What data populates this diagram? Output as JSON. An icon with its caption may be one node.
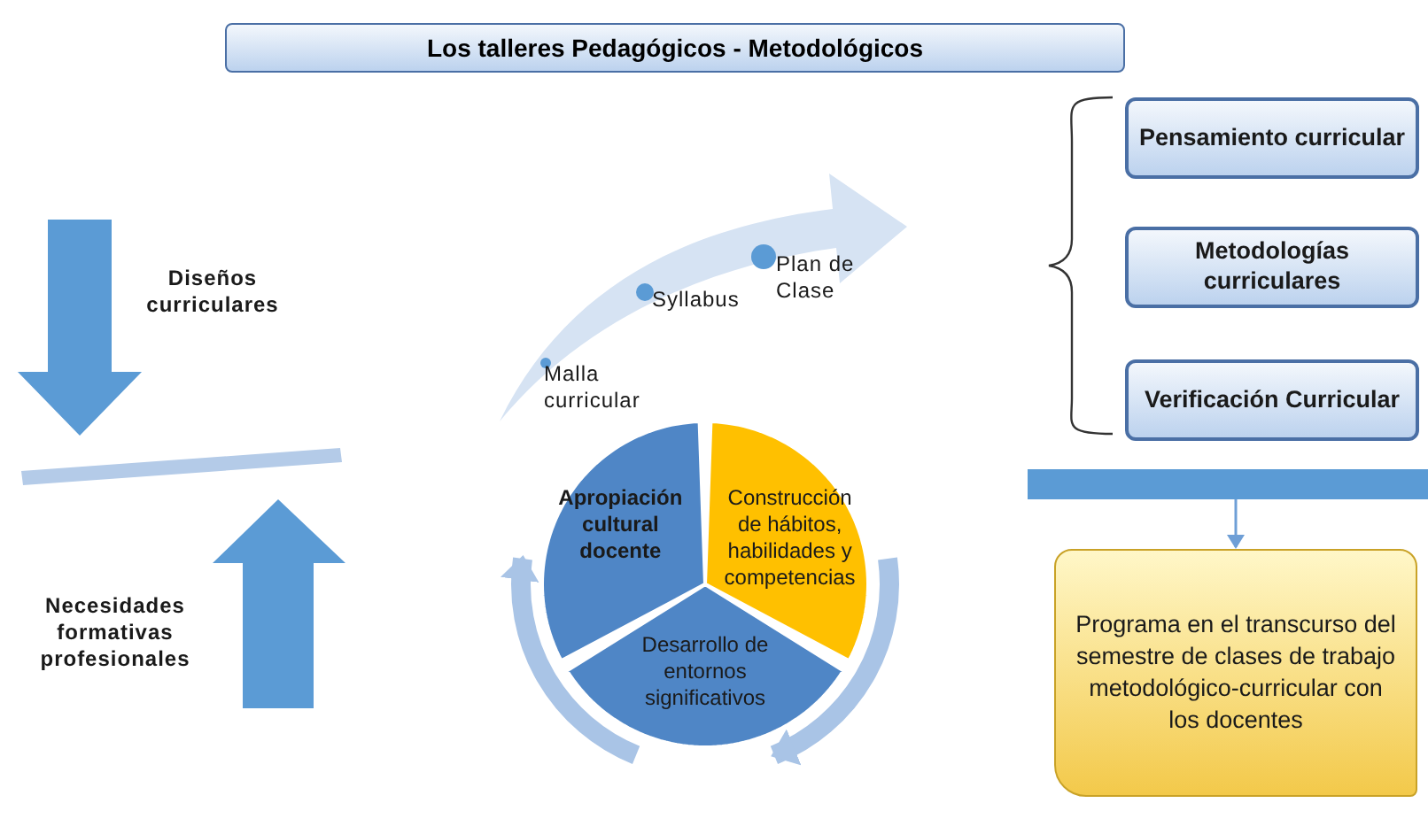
{
  "diagram": {
    "title": "Los talleres Pedagógicos - Metodológicos",
    "nodes": [
      {
        "text": [
          "Pensamiento curricular"
        ]
      },
      {
        "text": [
          "Metodologías curriculares"
        ]
      },
      {
        "text": [
          "Verificación Curricular"
        ]
      },
      {
        "text": [
          "Apropiación cultural docente"
        ]
      },
      {
        "text": [
          "Construcción de hábitos, habilidades y competencias"
        ]
      },
      {
        "text": [
          "Desarrollo de entornos significativos"
        ]
      },
      {
        "text": [],
        "shape": "bar"
      },
      {
        "text": [
          "Programa en el transcurso del semestre de clases de trabajo metodológico-curricular con los docentes"
        ]
      }
    ],
    "edges": [
      {
        "from": 4,
        "to": 5,
        "arrow": "to"
      },
      {
        "from": 5,
        "to": 3,
        "arrow": "to"
      },
      {
        "from": 6,
        "to": 7,
        "arrow": "to"
      }
    ],
    "labels": [
      "Diseños curriculares",
      "Plan de Clase",
      "Syllabus",
      "Malla curricular",
      "Necesidades formativas profesionales"
    ]
  }
}
